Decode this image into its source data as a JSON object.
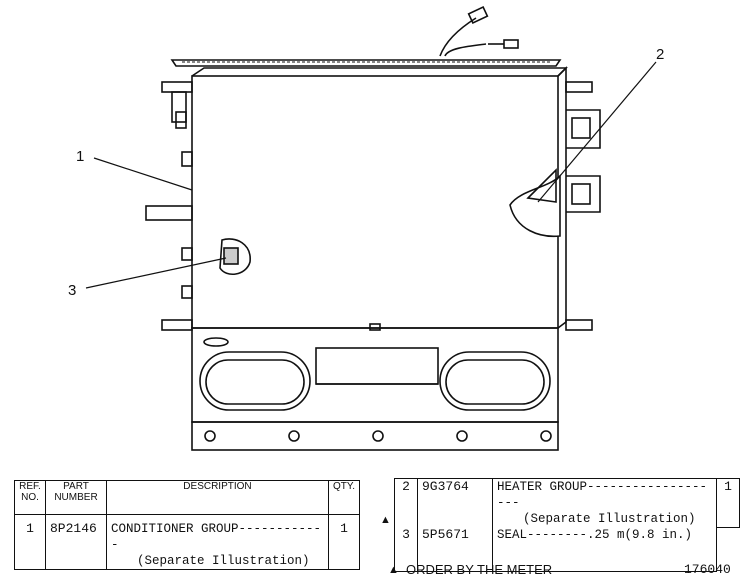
{
  "drawing": {
    "callouts": [
      "1",
      "2",
      "3"
    ]
  },
  "left_table": {
    "headers": {
      "ref": "REF.\nNO.",
      "part": "PART\nNUMBER",
      "description": "DESCRIPTION",
      "qty": "QTY."
    },
    "rows": [
      {
        "ref": "1",
        "part": "8P2146",
        "description": "CONDITIONER GROUP------------",
        "sub": "(Separate Illustration)",
        "qty": "1"
      }
    ]
  },
  "right_table": {
    "rows": [
      {
        "marker": "",
        "ref": "2",
        "part": "9G3764",
        "description": "HEATER GROUP-------------------",
        "sub": "(Separate Illustration)",
        "qty": "1"
      },
      {
        "marker": "▲",
        "ref": "3",
        "part": "5P5671",
        "description": "SEAL--------.25 m(9.8 in.)",
        "sub": "",
        "qty": ""
      }
    ]
  },
  "footnote": {
    "marker": "▲",
    "text": "ORDER BY THE METER"
  },
  "illustration_number": "176040"
}
